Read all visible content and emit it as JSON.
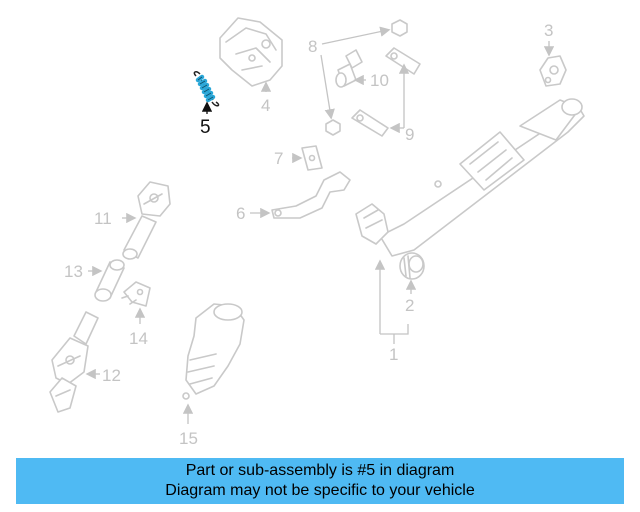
{
  "diagram": {
    "callouts": {
      "c1": "1",
      "c2": "2",
      "c3": "3",
      "c4": "4",
      "c5": "5",
      "c6": "6",
      "c7": "7",
      "c8": "8",
      "c9": "9",
      "c10": "10",
      "c11": "11",
      "c12": "12",
      "c13": "13",
      "c14": "14",
      "c15": "15"
    },
    "highlighted_part": "5",
    "colors": {
      "highlight": "#2aa7d8",
      "parts": "#c9c9c9",
      "banner": "#4fbaf3"
    }
  },
  "banner": {
    "line1": "Part or sub-assembly is #5 in diagram",
    "line2": "Diagram may not be specific to your vehicle"
  }
}
